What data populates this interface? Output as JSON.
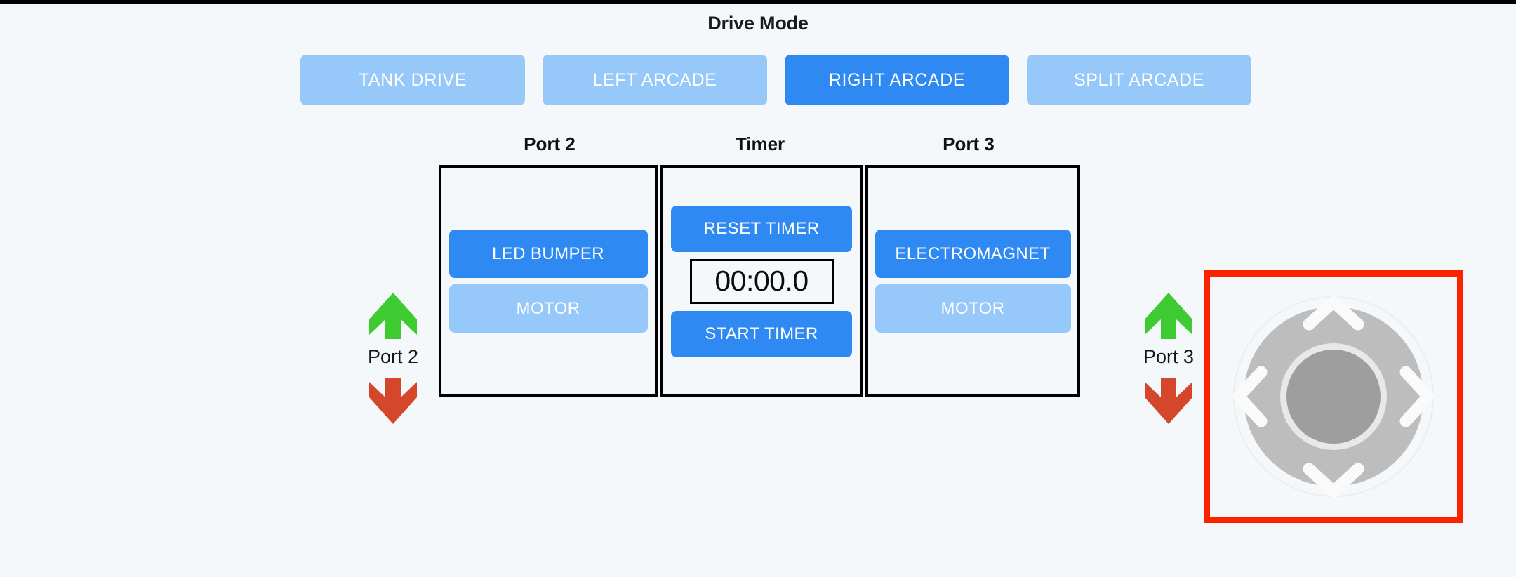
{
  "page": {
    "background_color": "#f4f8fa",
    "accent_active": "#2f89f2",
    "accent_inactive": "#96c8fa",
    "highlight_border": "#fb2200",
    "arrow_up_color": "#3ecb32",
    "arrow_down_color": "#d5472a"
  },
  "drive_mode": {
    "title": "Drive Mode",
    "options": [
      {
        "label": "TANK DRIVE",
        "active": false
      },
      {
        "label": "LEFT ARCADE",
        "active": false
      },
      {
        "label": "RIGHT ARCADE",
        "active": true
      },
      {
        "label": "SPLIT ARCADE",
        "active": false
      }
    ],
    "selected": "RIGHT ARCADE"
  },
  "panels": {
    "labels": [
      "Port 2",
      "Timer",
      "Port 3"
    ],
    "port2": {
      "label": "Port 2",
      "devices": [
        {
          "label": "LED BUMPER",
          "active": true
        },
        {
          "label": "MOTOR",
          "active": false
        }
      ]
    },
    "timer": {
      "label": "Timer",
      "reset_label": "RESET TIMER",
      "start_label": "START TIMER",
      "value": "00:00.0"
    },
    "port3": {
      "label": "Port 3",
      "devices": [
        {
          "label": "ELECTROMAGNET",
          "active": true
        },
        {
          "label": "MOTOR",
          "active": false
        }
      ]
    }
  },
  "ports": {
    "left": {
      "name": "Port 2",
      "up_icon": "arrow-up-icon",
      "down_icon": "arrow-down-icon"
    },
    "right": {
      "name": "Port 3",
      "up_icon": "arrow-up-icon",
      "down_icon": "arrow-down-icon"
    }
  },
  "dpad": {
    "icon": "dpad-joystick-icon",
    "selected": true,
    "directions": [
      "up",
      "right",
      "down",
      "left"
    ],
    "center": "center-button"
  }
}
